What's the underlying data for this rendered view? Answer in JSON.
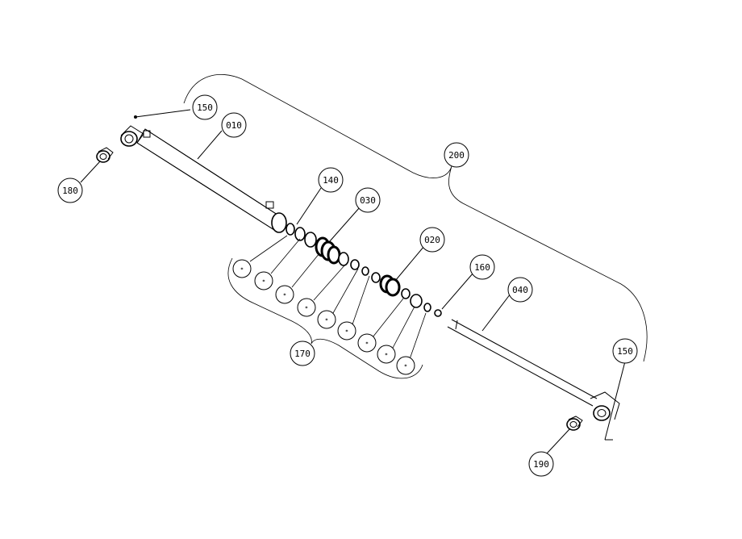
{
  "callouts": [
    {
      "id": "c150a",
      "label": "150"
    },
    {
      "id": "c010",
      "label": "010"
    },
    {
      "id": "c180",
      "label": "180"
    },
    {
      "id": "c140",
      "label": "140"
    },
    {
      "id": "c030",
      "label": "030"
    },
    {
      "id": "c200",
      "label": "200"
    },
    {
      "id": "c020",
      "label": "020"
    },
    {
      "id": "c160",
      "label": "160"
    },
    {
      "id": "c040",
      "label": "040"
    },
    {
      "id": "c170",
      "label": "170"
    },
    {
      "id": "c150b",
      "label": "150"
    },
    {
      "id": "c190",
      "label": "190"
    }
  ],
  "seal_mark": "*"
}
